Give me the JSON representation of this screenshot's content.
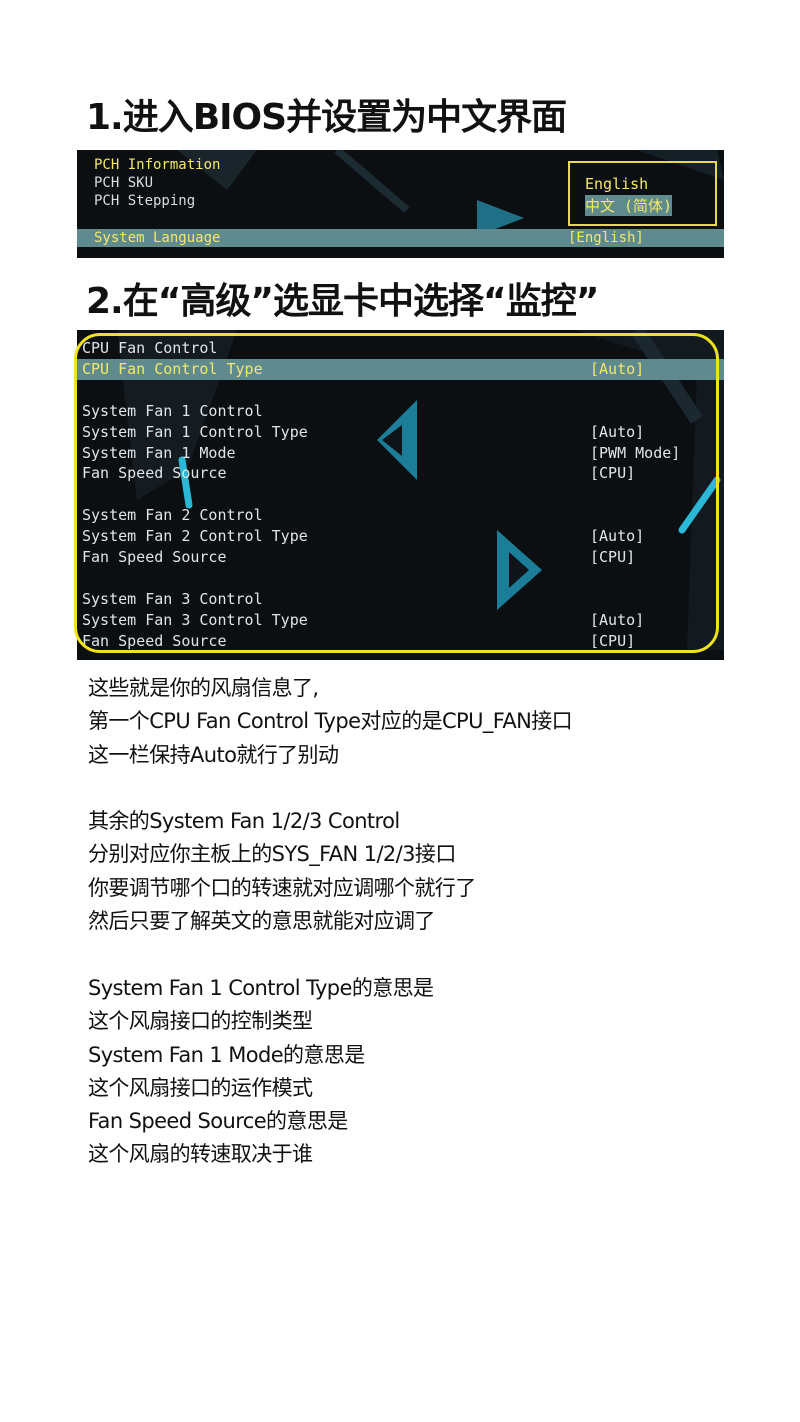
{
  "heading1": "1.进入BIOS并设置为中文界面",
  "heading2": "2.在“高级”选显卡中选择“监控”",
  "bios1": {
    "lines": [
      "PCH Information",
      "PCH SKU",
      "PCH Stepping"
    ],
    "language_options": [
      "English",
      "中文 (简体)"
    ],
    "selected_language_index": 1,
    "bar_label": "System Language",
    "bar_value": "[English]"
  },
  "bios2": {
    "rows": [
      {
        "label": "CPU Fan Control",
        "value": ""
      },
      {
        "label": "CPU Fan Control Type",
        "value": "[Auto]",
        "highlight": true
      },
      {
        "label": "",
        "value": ""
      },
      {
        "label": "System Fan 1 Control",
        "value": ""
      },
      {
        "label": "System Fan 1 Control Type",
        "value": "[Auto]"
      },
      {
        "label": "System Fan 1 Mode",
        "value": "[PWM Mode]"
      },
      {
        "label": "Fan Speed Source",
        "value": "[CPU]"
      },
      {
        "label": "",
        "value": ""
      },
      {
        "label": "System Fan 2 Control",
        "value": ""
      },
      {
        "label": "System Fan 2 Control Type",
        "value": "[Auto]"
      },
      {
        "label": "Fan Speed Source",
        "value": "[CPU]"
      },
      {
        "label": "",
        "value": ""
      },
      {
        "label": "System Fan 3 Control",
        "value": ""
      },
      {
        "label": "System Fan 3 Control Type",
        "value": "[Auto]"
      },
      {
        "label": "Fan Speed Source",
        "value": "[CPU]"
      }
    ]
  },
  "paragraphs": [
    [
      "这些就是你的风扇信息了,",
      "第一个CPU Fan Control Type对应的是CPU_FAN接口",
      "这一栏保持Auto就行了别动"
    ],
    [
      "其余的System Fan 1/2/3 Control",
      "分别对应你主板上的SYS_FAN 1/2/3接口",
      "你要调节哪个口的转速就对应调哪个就行了",
      "然后只要了解英文的意思就能对应调了"
    ],
    [
      "System Fan 1 Control Type的意思是",
      "这个风扇接口的控制类型",
      "System Fan 1 Mode的意思是",
      "这个风扇接口的运作模式",
      "Fan Speed Source的意思是",
      "这个风扇的转速取决于谁"
    ]
  ],
  "colors": {
    "bios_bg": "#0b0f12",
    "highlight_bar": "#5f8a8e",
    "bios_yellow": "#f4e86a",
    "annotation_ring": "#f1e31a",
    "accent_cyan": "#2bb8d6"
  }
}
